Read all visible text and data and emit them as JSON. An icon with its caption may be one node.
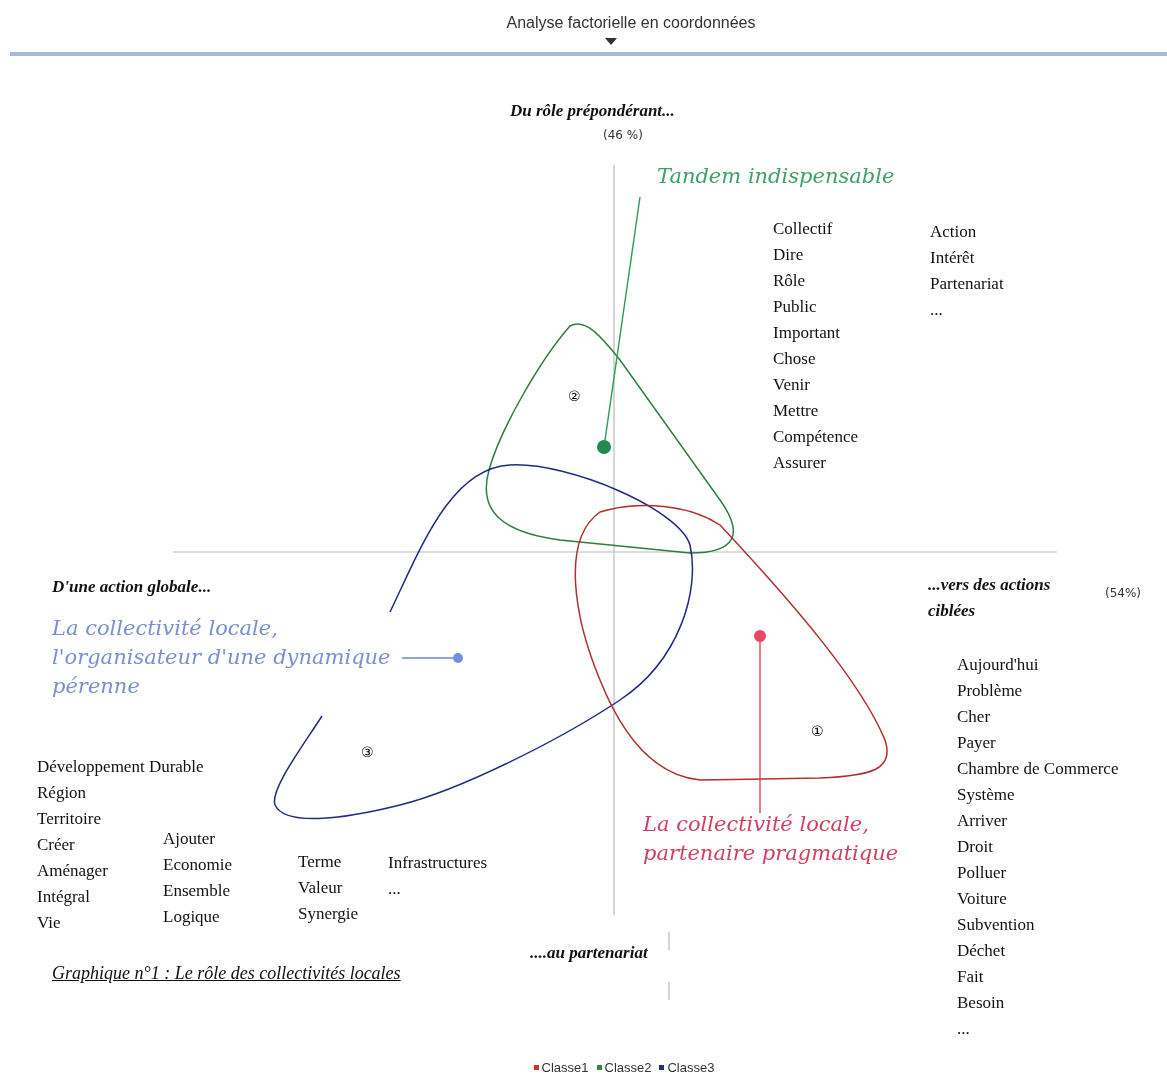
{
  "diagram": {
    "title": "Analyse factorielle en coordonnées",
    "caption": "Graphique n°1 : Le rôle des collectivités locales",
    "nodes": [
      {
        "text": [
          "Tandem indispensable"
        ]
      },
      {
        "text": [
          "②"
        ]
      },
      {
        "text": [],
        "shape": "circle",
        "in": 1
      },
      {
        "text": [
          "La collectivité locale, l'organisateur d'une dynamique pérenne"
        ]
      },
      {
        "text": [
          "③"
        ]
      },
      {
        "text": [],
        "shape": "circle",
        "in": 4
      },
      {
        "text": [
          "①"
        ]
      },
      {
        "text": [],
        "shape": "circle",
        "in": 6
      },
      {
        "text": [
          "La collectivité locale, partenaire pragmatique"
        ]
      }
    ],
    "edges": [
      {
        "from": 0,
        "to": 2,
        "arrow": "none",
        "color": "#2e9a5c"
      },
      {
        "from": 3,
        "to": 5,
        "arrow": "none",
        "color": "#6f86c8"
      },
      {
        "from": 8,
        "to": 7,
        "arrow": "none",
        "color": "#e0405a"
      }
    ],
    "labels": [
      "Du rôle prépondérant...",
      "(46 %)",
      "Collectif",
      "Dire",
      "Rôle",
      "Public",
      "Important",
      "Chose",
      "Venir",
      "Mettre",
      "Compétence",
      "Assurer",
      "Action",
      "Intérêt",
      "Partenariat",
      "...",
      "D'une action globale...",
      "...vers des actions ciblées",
      "(54%)",
      "Aujourd'hui",
      "Problème",
      "Cher",
      "Payer",
      "Chambre de Commerce",
      "Système",
      "Arriver",
      "Droit",
      "Polluer",
      "Voiture",
      "Subvention",
      "Déchet",
      "Fait",
      "Besoin",
      "...",
      "Développement Durable",
      "Région",
      "Territoire",
      "Créer",
      "Aménager",
      "Intégral",
      "Vie",
      "Ajouter",
      "Economie",
      "Ensemble",
      "Logique",
      "Terme",
      "Valeur",
      "Synergie",
      "Infrastructures",
      "...",
      "....au partenariat"
    ],
    "legend": [
      {
        "text": "Classe1",
        "color": "#c0392b"
      },
      {
        "text": "Classe2",
        "color": "#2e8b3a"
      },
      {
        "text": "Classe3",
        "color": "#1f2a80"
      }
    ]
  }
}
